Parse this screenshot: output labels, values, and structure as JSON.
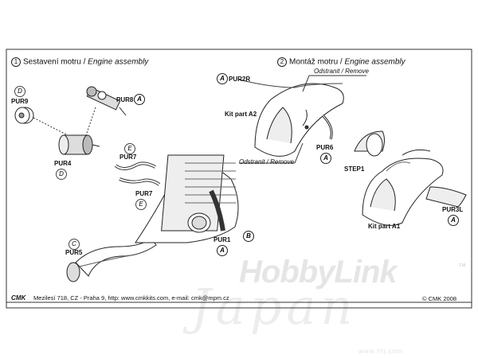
{
  "step1": {
    "number": "1",
    "title": "Sestavení motru / ",
    "title_italic": "Engine assembly"
  },
  "step2": {
    "number": "2",
    "title": "Montáž motru / ",
    "title_italic": "Engine assembly"
  },
  "labels": {
    "pur9": "PUR9",
    "pur8": "PUR8",
    "pur4": "PUR4",
    "pur7a": "PUR7",
    "pur7b": "PUR7",
    "pur5": "PUR5",
    "pur1": "PUR1",
    "pur2r": "PUR2R",
    "pur6": "PUR6",
    "pur3l": "PUR3L",
    "kit_a2": "Kit part A2",
    "kit_a1": "Kit part A1",
    "step_1": "STEP1",
    "remove_top": "Odstranit / Remove",
    "remove_mid": "Odstranit / Remove"
  },
  "callouts": {
    "d1": "D",
    "d2": "D",
    "a_pur8": "A",
    "e1": "E",
    "e2": "E",
    "c": "C",
    "a_pur1": "A",
    "b": "B",
    "a_pur2r": "A",
    "a_pur6": "A",
    "a_pur3l": "A"
  },
  "footer": {
    "brand": "CMK",
    "address": "Mezilesí 718, CZ - Praha 9,  http: www.cmkkits.com, e-mail: cmk@mpm.cz",
    "copyright": "© CMK 2008"
  },
  "watermark": {
    "brand": "HobbyLink",
    "sub": "Japan",
    "tm": "™",
    "url": "www.hlj.com"
  }
}
